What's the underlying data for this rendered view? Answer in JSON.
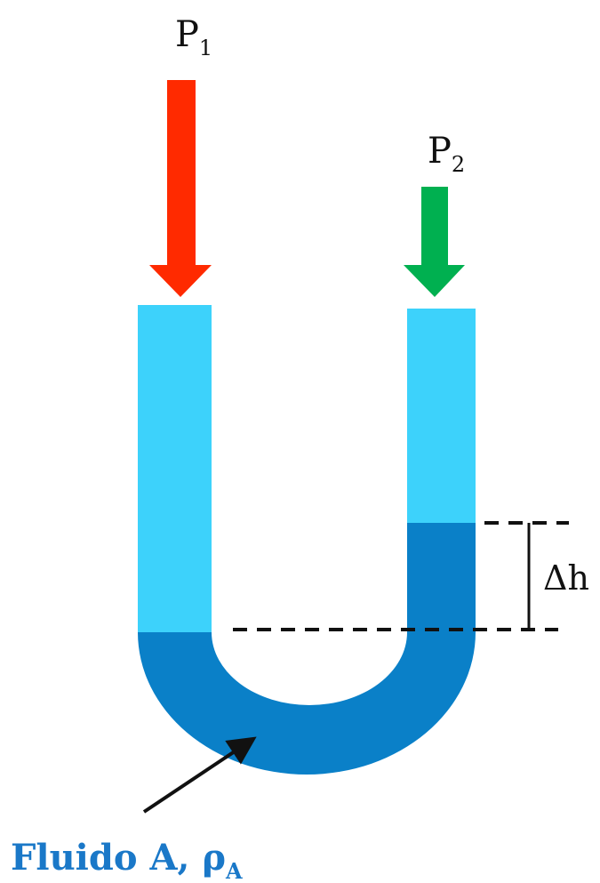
{
  "labels": {
    "p1": {
      "main": "P",
      "sub": "1"
    },
    "p2": {
      "main": "P",
      "sub": "2"
    },
    "delta_h": "Δh",
    "fluid": {
      "main": "Fluido A, ρ",
      "sub": "A"
    }
  },
  "colors": {
    "arrow_p1": "#ff2a00",
    "arrow_p2": "#00b050",
    "tube_light_fluid": "#3dd2fb",
    "fluid_a": "#0a80c8",
    "fluid_label": "#1a78c8",
    "text": "#111111",
    "dashes": "#111111"
  },
  "icons": {
    "p1_arrow": "arrow-down",
    "p2_arrow": "arrow-down",
    "pointer_arrow": "arrow-up-right"
  }
}
